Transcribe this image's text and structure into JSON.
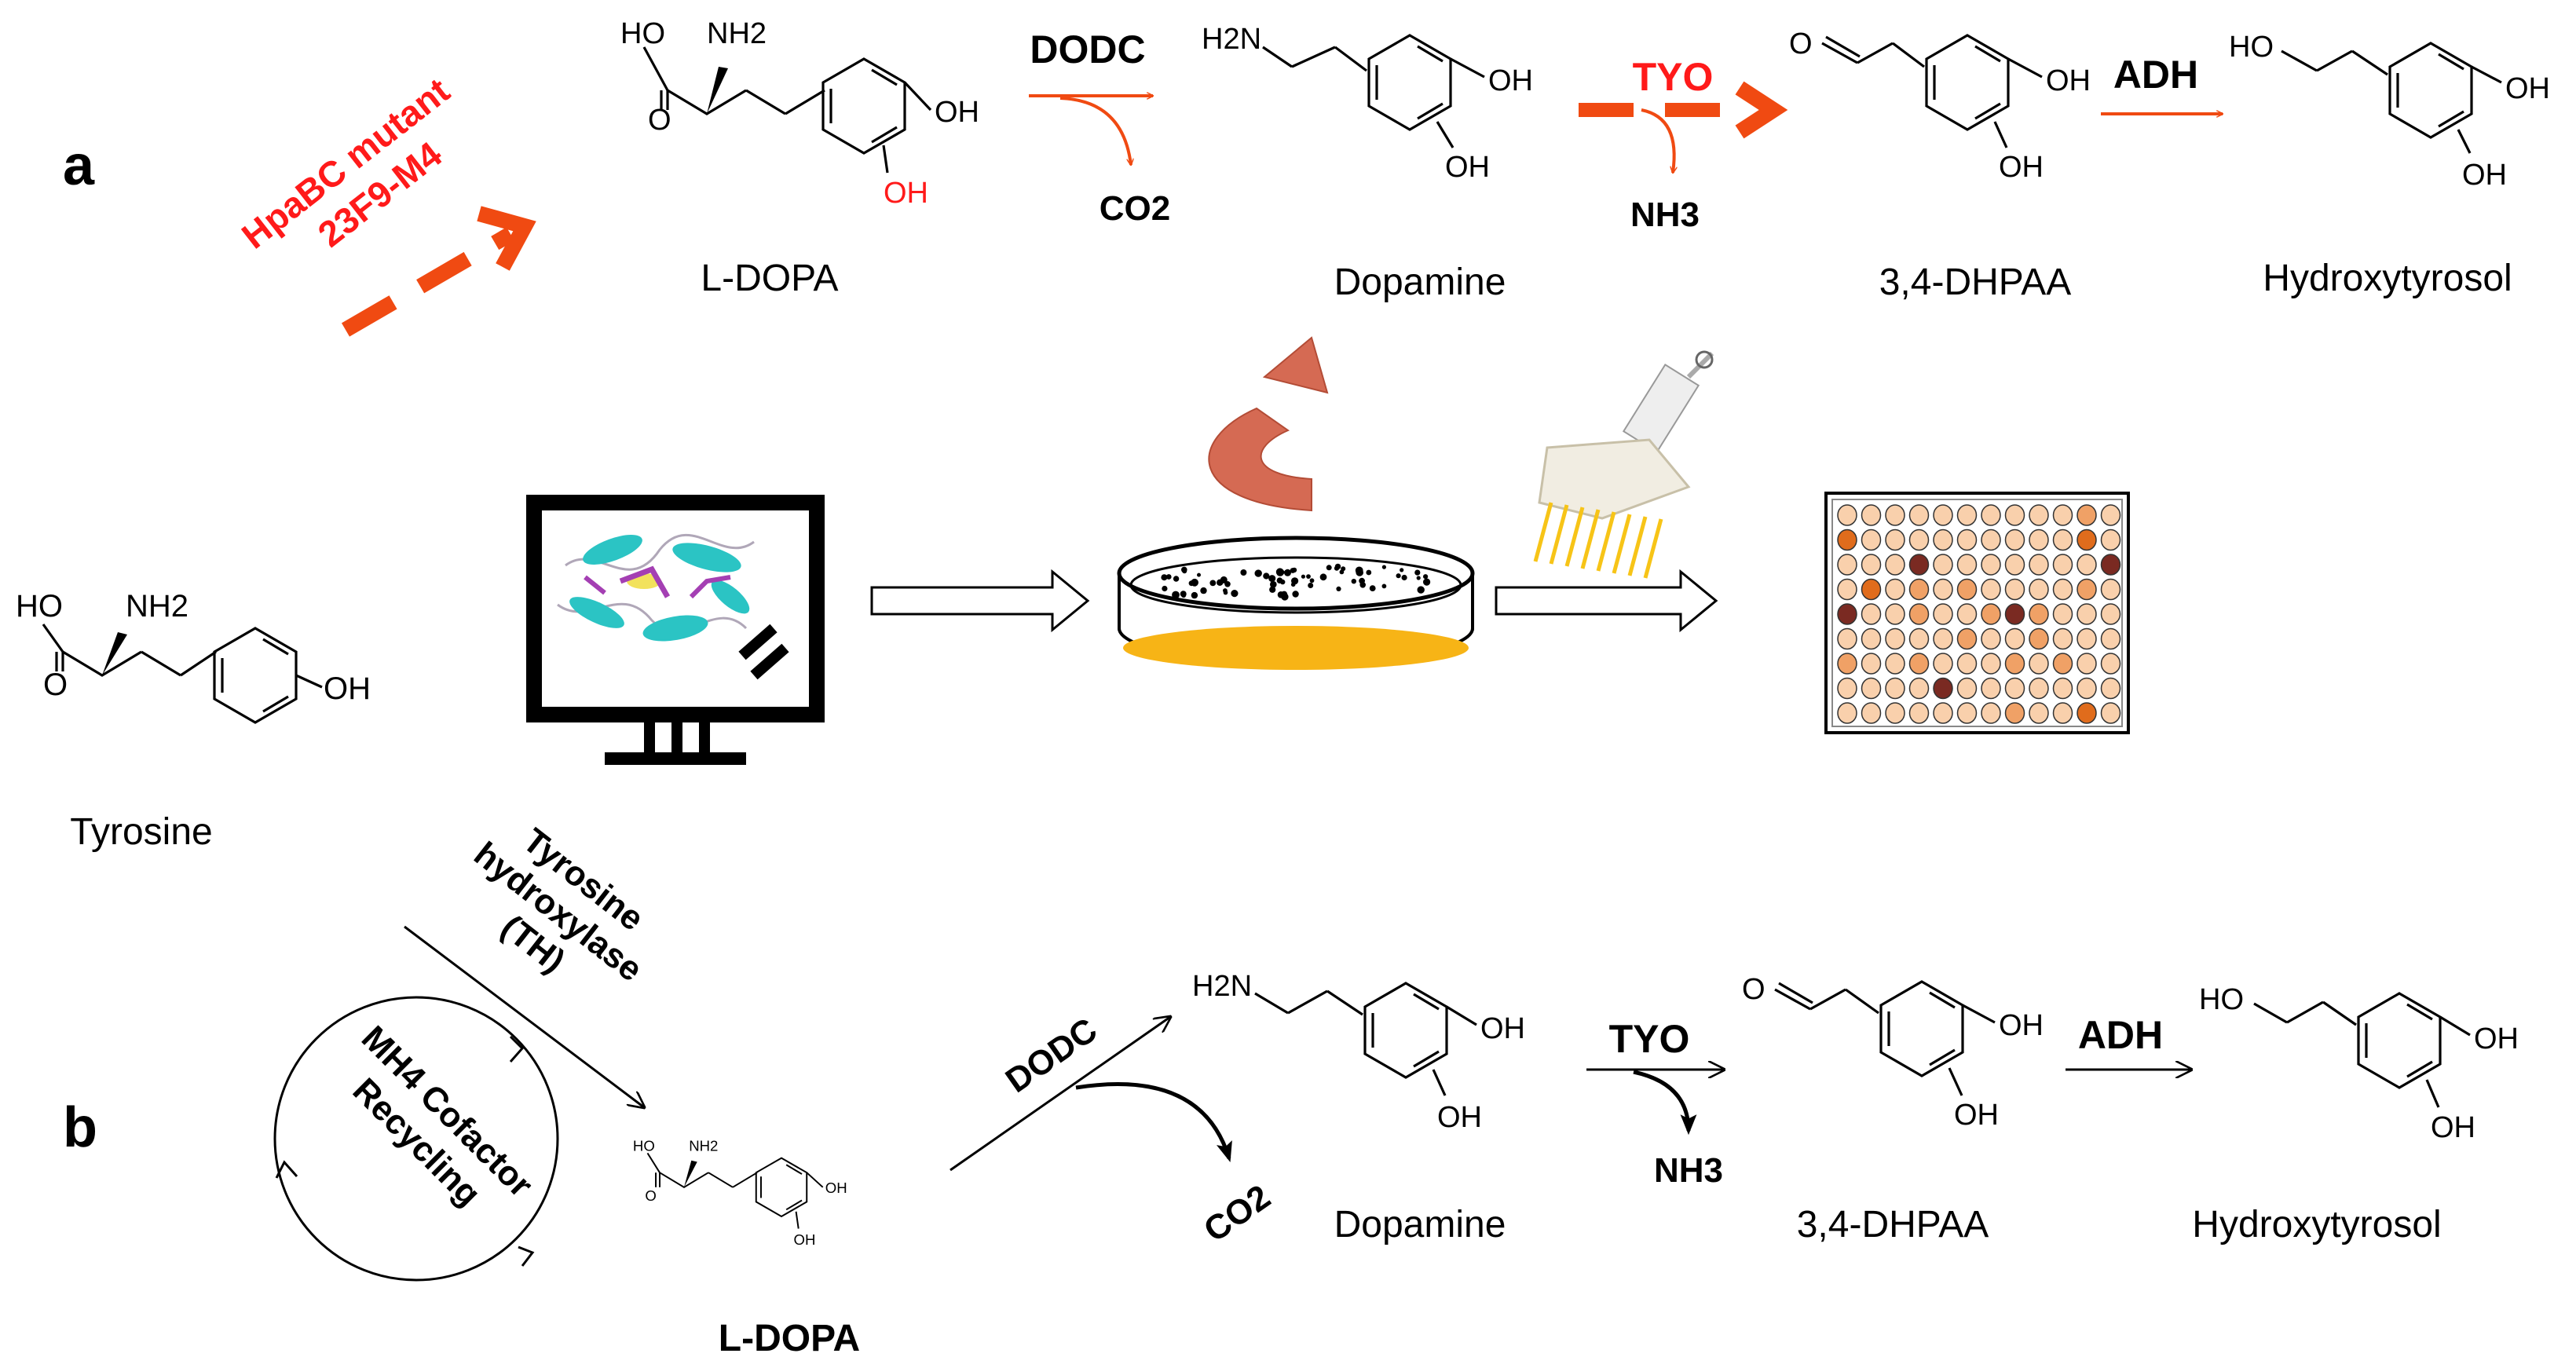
{
  "panels": {
    "a": {
      "panel_label": "a",
      "hpabc_line1": "HpaBC mutant",
      "hpabc_line2": "23F9-M4",
      "enzymes": {
        "dodc": "DODC",
        "tyo": "TYO",
        "adh": "ADH"
      },
      "byproducts": {
        "co2": "CO2",
        "nh3": "NH3"
      },
      "compounds": {
        "ldopa": "L-DOPA",
        "dopamine": "Dopamine",
        "dhpaa": "3,4-DHPAA",
        "hydroxytyrosol": "Hydroxytyrosol"
      },
      "atoms": {
        "ho": "HO",
        "nh2": "NH2",
        "o": "O",
        "oh": "OH",
        "h2n": "H2N"
      }
    },
    "screening": {
      "tyrosine": "Tyrosine",
      "plate_well_levels": [
        [
          0,
          0,
          0,
          0,
          0,
          0,
          0,
          0,
          0,
          0,
          1,
          0
        ],
        [
          2,
          0,
          0,
          0,
          0,
          0,
          0,
          0,
          0,
          0,
          2,
          0
        ],
        [
          0,
          0,
          0,
          3,
          0,
          0,
          0,
          0,
          0,
          0,
          0,
          3
        ],
        [
          0,
          2,
          0,
          1,
          0,
          1,
          0,
          0,
          0,
          0,
          1,
          0
        ],
        [
          3,
          0,
          0,
          1,
          0,
          0,
          1,
          3,
          1,
          0,
          0,
          0
        ],
        [
          0,
          0,
          0,
          0,
          0,
          1,
          0,
          0,
          1,
          0,
          0,
          0
        ],
        [
          1,
          0,
          0,
          1,
          0,
          0,
          0,
          1,
          0,
          1,
          0,
          0
        ],
        [
          0,
          0,
          0,
          0,
          3,
          0,
          0,
          0,
          0,
          0,
          0,
          0
        ],
        [
          0,
          0,
          0,
          0,
          0,
          0,
          0,
          1,
          0,
          0,
          2,
          0
        ]
      ],
      "plate_colors": [
        "#f9d0ac",
        "#f0a166",
        "#e06c1c",
        "#7a2a22"
      ]
    },
    "b": {
      "panel_label": "b",
      "th_line1": "Tyrosine",
      "th_line2": "hydroxylase",
      "th_line3": "(TH)",
      "cycle_line1": "MH4 Cofactor",
      "cycle_line2": "Recycling",
      "enzymes": {
        "dodc": "DODC",
        "tyo": "TYO",
        "adh": "ADH"
      },
      "byproducts": {
        "co2": "CO2",
        "nh3": "NH3"
      },
      "compounds": {
        "ldopa": "L-DOPA",
        "dopamine": "Dopamine",
        "dhpaa": "3,4-DHPAA",
        "hydroxytyrosol": "Hydroxytyrosol"
      }
    }
  },
  "colors": {
    "accent": "#f04a12",
    "red_text": "#ff1a1a",
    "ink": "#000000",
    "dish_fill": "#f7b416",
    "protein": "#2bc4c4"
  }
}
